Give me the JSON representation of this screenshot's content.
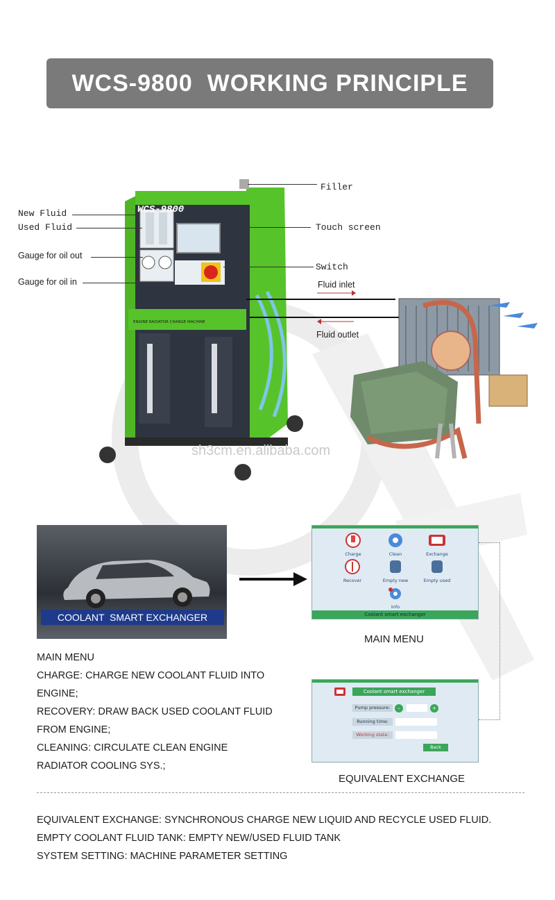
{
  "title": "WCS-9800  WORKING PRINCIPLE",
  "machine": {
    "brand_label": "WCS-9800",
    "panel_label": "ENGINE RADIATOR CHANGE MACHINE"
  },
  "callouts": {
    "new_fluid": "New Fluid",
    "used_fluid": "Used Fluid",
    "gauge_out": "Gauge for oil out",
    "gauge_in": "Gauge for oil in",
    "filler": "Filler",
    "touch_screen": "Touch screen",
    "switch": "Switch",
    "fluid_inlet": "Fluid inlet",
    "fluid_outlet": "Fluid outlet"
  },
  "watermark": "sh3cm.en.alibaba.com",
  "car_banner": "COOLANT  SMART EXCHANGER",
  "main_menu_screen": {
    "buttons": [
      "Charge",
      "Clean",
      "Exchange",
      "Recover",
      "Empty new",
      "Empty used",
      "Info"
    ],
    "footer": "Coolant smart exchanger",
    "caption": "MAIN MENU"
  },
  "exchange_screen": {
    "header": "Coolant smart exchanger",
    "pump_pressure": "Pump pressure:",
    "running_time": "Running time:",
    "working_state": "Working state:",
    "back": "Back",
    "minus": "-",
    "plus": "+",
    "caption": "EQUIVALENT EXCHANGE"
  },
  "description_lines": [
    "MAIN MENU",
    "CHARGE: CHARGE NEW COOLANT FLUID INTO",
    "ENGINE;",
    "RECOVERY: DRAW BACK USED COOLANT FLUID",
    "FROM ENGINE;",
    "CLEANING: CIRCULATE CLEAN ENGINE",
    "RADIATOR COOLING SYS.;"
  ],
  "footer_lines": [
    "EQUIVALENT EXCHANGE: SYNCHRONOUS CHARGE NEW LIQUID AND RECYCLE USED FLUID.",
    "EMPTY COOLANT FLUID TANK: EMPTY NEW/USED FLUID TANK",
    "SYSTEM SETTING: MACHINE PARAMETER SETTING"
  ],
  "colors": {
    "title_bg": "#7a7a7a",
    "machine_green": "#57c32a",
    "machine_dark": "#2e3440",
    "switch_red": "#d9261c",
    "banner_blue": "#1f3a8a",
    "screen_bg": "#dfeaf3",
    "screen_green": "#3aa65a"
  }
}
